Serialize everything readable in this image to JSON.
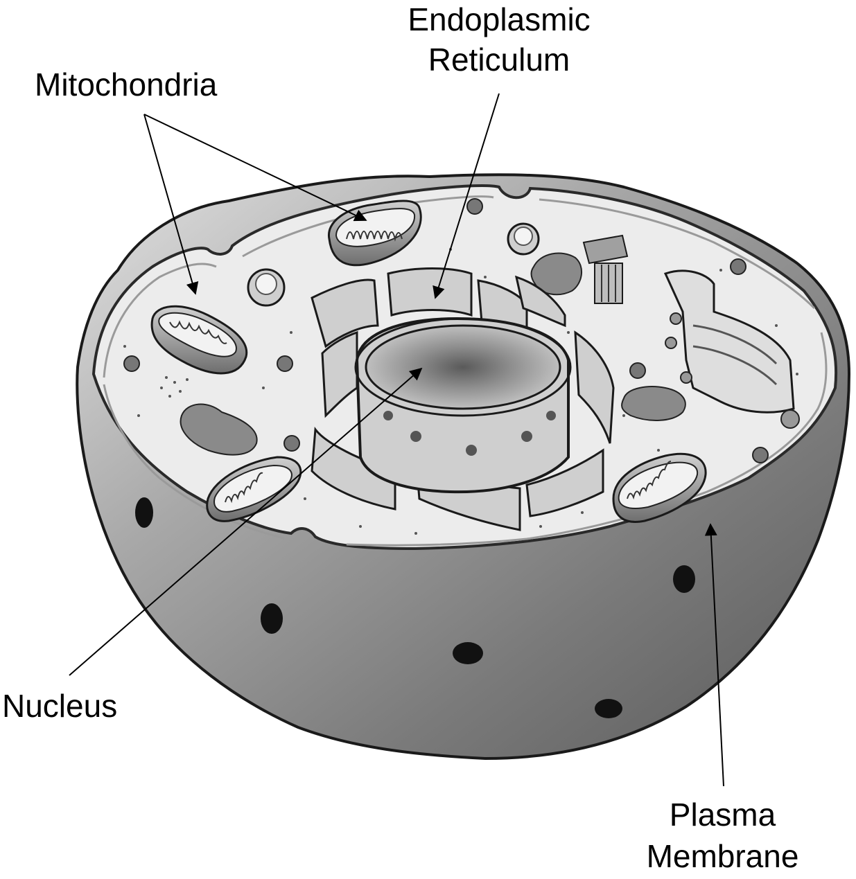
{
  "labels": {
    "er_line1": "Endoplasmic",
    "er_line2": "Reticulum",
    "mitochondria": "Mitochondria",
    "nucleus": "Nucleus",
    "pm_line1": "Plasma",
    "pm_line2": "Membrane"
  },
  "colors": {
    "background": "#ffffff",
    "ink": "#000000",
    "cytoplasm": "#eaeaea",
    "cell_wall_dark": "#4a4a4a",
    "cell_wall_light": "#bdbdbd",
    "organelle_mid": "#9a9a9a"
  }
}
